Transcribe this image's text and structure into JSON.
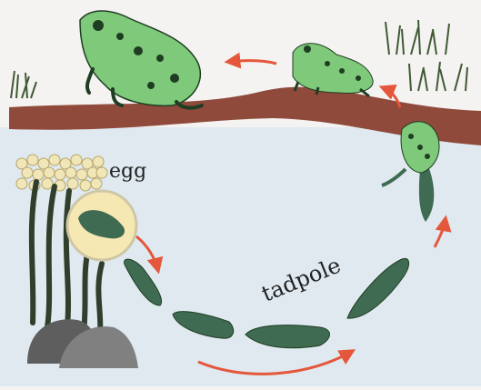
{
  "labels": {
    "egg": "egg",
    "tadpole": "tadpole"
  },
  "colors": {
    "water": "#dfe9ef",
    "bank": "#8f4a3c",
    "frog_green": "#7fc97a",
    "frog_spot": "#1f3d22",
    "tadpole": "#3f6b52",
    "arrow": "#e4573b",
    "egg_yellow": "#f1e6b7"
  },
  "icons": [
    "egg-cluster",
    "water-plant",
    "grass-tuft",
    "rock"
  ]
}
